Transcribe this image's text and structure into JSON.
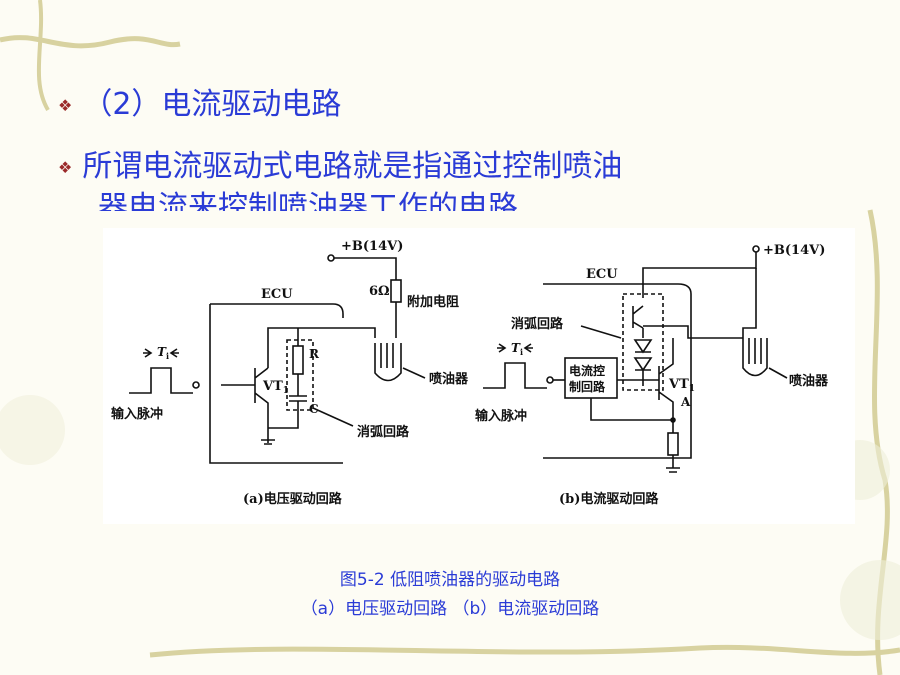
{
  "slide": {
    "bullet1": "（2）电流驱动电路",
    "bullet2_line1": "所谓电流驱动式电路就是指通过控制喷油",
    "bullet2_line2": "器电流来控制喷油器工作的电路",
    "bullet_marker": "❖"
  },
  "figure": {
    "left": {
      "supply": "+B(14V)",
      "ecu": "ECU",
      "resistor_value": "6Ω",
      "resistor_label": "附加电阻",
      "pulse_label": "T",
      "pulse_sub": "i",
      "transistor": "VT",
      "transistor_sub": "1",
      "r_label": "R",
      "c_label": "C",
      "injector": "喷油器",
      "input": "输入脉冲",
      "arc": "消弧回路",
      "caption": "(a)电压驱动回路"
    },
    "right": {
      "supply": "+B(14V)",
      "ecu": "ECU",
      "arc": "消弧回路",
      "control_line1": "电流控",
      "control_line2": "制回路",
      "pulse_label": "T",
      "pulse_sub": "i",
      "transistor": "VT",
      "transistor_sub": "1",
      "node_a": "A",
      "injector": "喷油器",
      "input": "输入脉冲",
      "caption": "(b)电流驱动回路"
    }
  },
  "caption": {
    "line1": "图5-2  低阻喷油器的驱动电路",
    "line2": "（a）电压驱动回路    （b）电流驱动回路"
  },
  "colors": {
    "text_blue": "#2a3bd6",
    "bullet_red": "#9b2a2a",
    "vine": "#d9d6a8"
  }
}
